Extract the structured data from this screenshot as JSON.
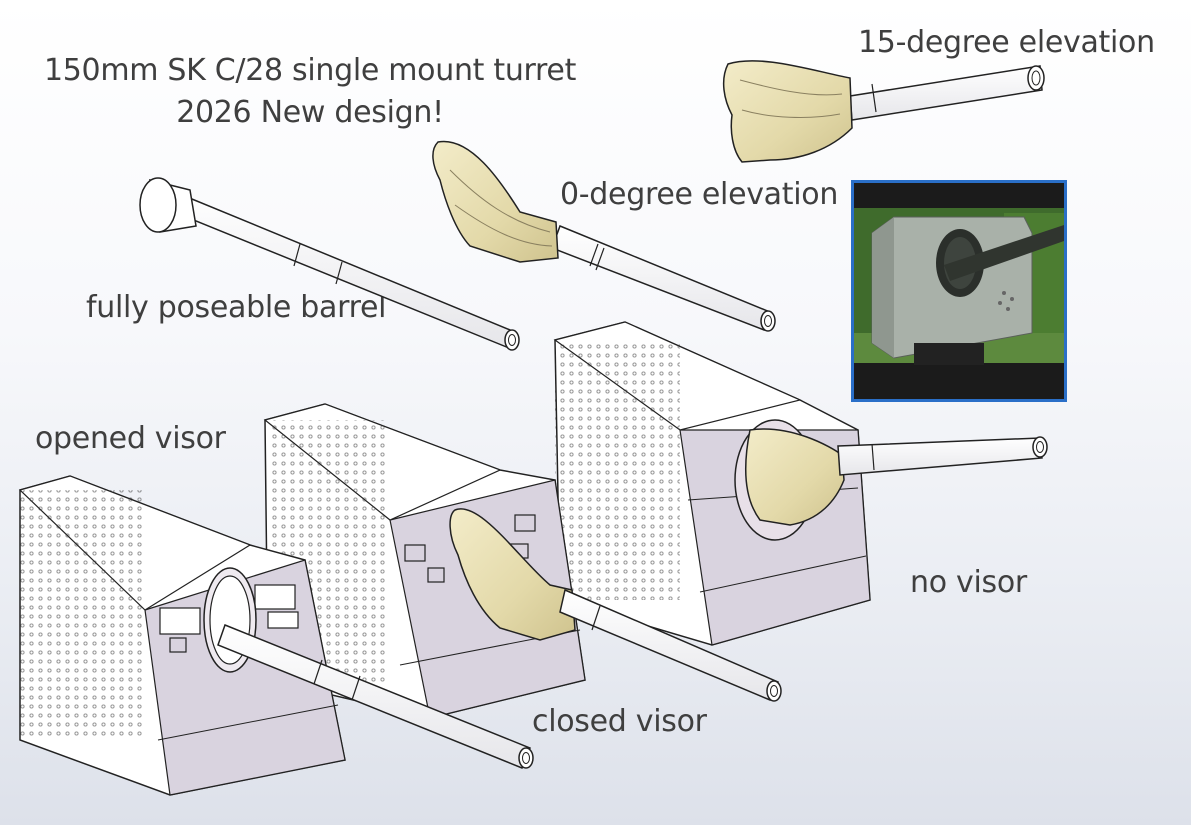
{
  "title": {
    "line1": "150mm SK C/28 single mount turret",
    "line2": "2026 New design!"
  },
  "labels": {
    "elevation_15": "15-degree elevation",
    "elevation_0": "0-degree elevation",
    "poseable": "fully poseable barrel",
    "opened": "opened visor",
    "closed": "closed visor",
    "novisor": "no visor"
  },
  "colors": {
    "background": "#eef0f5",
    "turret_plate": "#ffffff",
    "turret_face": "#d9d3df",
    "mantlet": "#e8e0b8",
    "text": "#3f3f3f",
    "photo_border": "#2a6fc8"
  },
  "photo": {
    "subject": "real-turret-photo"
  }
}
